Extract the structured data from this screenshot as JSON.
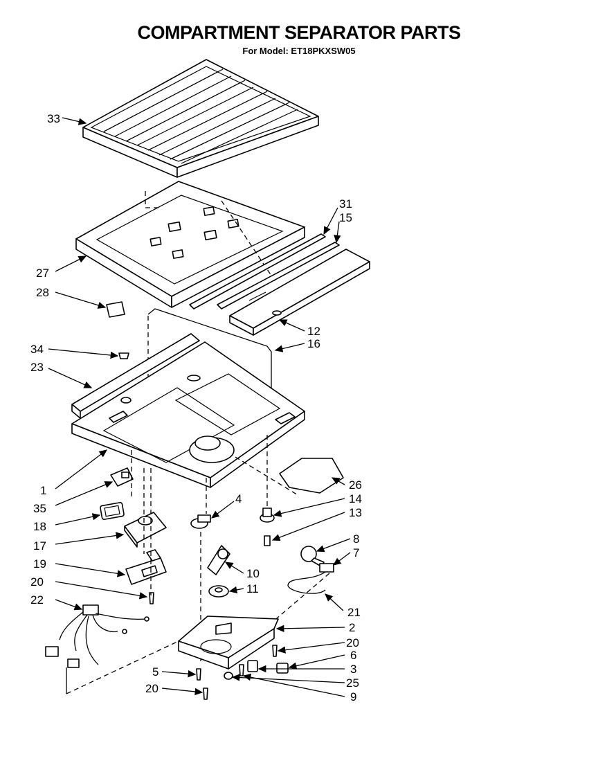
{
  "title": "COMPARTMENT SEPARATOR PARTS",
  "subtitle": "For Model: ET18PKXSW05",
  "callouts": {
    "p1": "1",
    "p2": "2",
    "p3": "3",
    "p4": "4",
    "p5": "5",
    "p6": "6",
    "p7": "7",
    "p8": "8",
    "p9": "9",
    "p10": "10",
    "p11": "11",
    "p12": "12",
    "p13": "13",
    "p14": "14",
    "p15": "15",
    "p16": "16",
    "p17": "17",
    "p18": "18",
    "p19": "19",
    "p20a": "20",
    "p20b": "20",
    "p20c": "20",
    "p21": "21",
    "p22": "22",
    "p23": "23",
    "p25": "25",
    "p26": "26",
    "p27": "27",
    "p28": "28",
    "p31": "31",
    "p33": "33",
    "p34": "34",
    "p35": "35"
  }
}
